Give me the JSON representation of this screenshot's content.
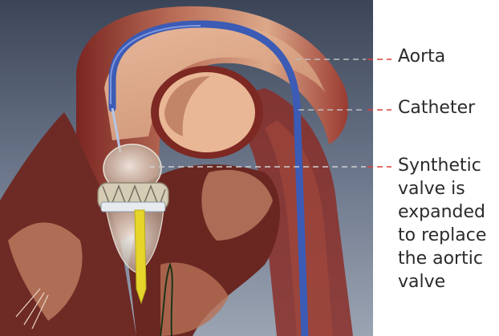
{
  "labels": {
    "aorta": "Aorta",
    "catheter": "Catheter",
    "valve": "Synthetic\nvalve is\nexpanded\nto replace\nthe aortic\nvalve"
  },
  "colors": {
    "background_top": "#3c4558",
    "background_bottom": "#9ba4b2",
    "catheter": "#3b5bb5",
    "tissue_dark": "#6e2a25",
    "tissue_light": "#d8a98a",
    "leader_grey": "#bdbdbd",
    "leader_red": "#d9413a"
  }
}
